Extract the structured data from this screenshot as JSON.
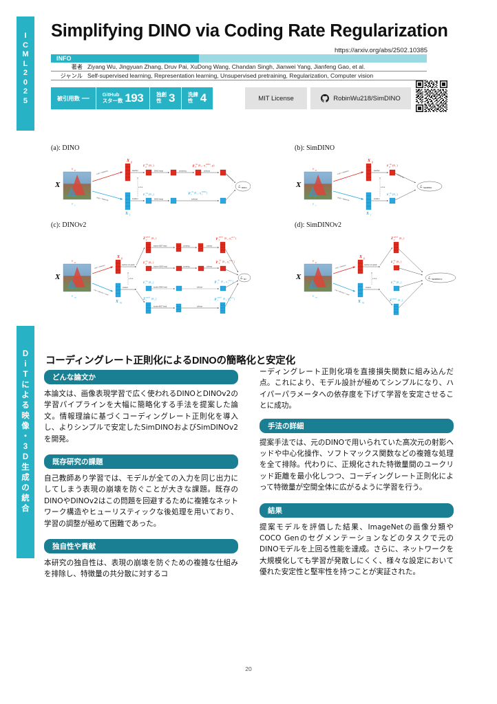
{
  "rails": {
    "conference": "ICML2025",
    "theme": "DiTによる映像・3D生成の統合"
  },
  "header": {
    "title": "Simplifying DINO via Coding Rate Regularization",
    "arxiv_url": "https://arxiv.org/abs/2502.10385",
    "info_label": "INFO",
    "meta": [
      {
        "key": "著者",
        "value": "Ziyang Wu, Jingyuan Zhang, Druv Pai, XuDong Wang, Chandan Singh, Jianwei Yang, Jianfeng Gao, et al."
      },
      {
        "key": "ジャンル",
        "value": "Self-supervised learning, Representation learning, Unsupervised pretraining, Regularization, Computer vision"
      }
    ]
  },
  "metrics": {
    "citations": {
      "label": "被引用数",
      "value": "—"
    },
    "github_stars": {
      "label_line1": "GitHub",
      "label_line2": "スター数",
      "value": "193"
    },
    "originality": {
      "label_line1": "独創",
      "label_line2": "性",
      "value": "3"
    },
    "sophistication": {
      "label_line1": "洗練",
      "label_line2": "性",
      "value": "4"
    }
  },
  "badges": {
    "license": "MIT License",
    "repo": "RobinWu218/SimDINO",
    "repo_icon": "github-icon",
    "qr_icon": "qr-code"
  },
  "figure": {
    "panels": [
      {
        "id": "a",
        "label": "(a): DINO"
      },
      {
        "id": "b",
        "label": "(b): SimDINO"
      },
      {
        "id": "c",
        "label": "(c): DINOv2"
      },
      {
        "id": "d",
        "label": "(d): SimDINOv2"
      }
    ],
    "nodes": {
      "input": "X",
      "view_global": "v_g",
      "view_crop": "v_c",
      "view_mask": "v_m",
      "tok_global": "X_g",
      "tok_crop": "X_c",
      "tok_mask": "X_m",
      "edge_global": "crop + tokenize",
      "edge_crop": "crop + tokenize",
      "edge_mask": "crop + tokenize + mask",
      "teacher": "teacher",
      "teacher_nograd": "teacher (no-grad)",
      "student": "student",
      "ema": "e.m.a.",
      "dino_head": "DINO head",
      "ibot_head": "iBOT head",
      "teacher_dino_head": "teacher DINO head",
      "teacher_ibot_head": "teacher iBOT head",
      "student_dino_head": "student DINO head",
      "student_ibot_head": "student iBOT head",
      "centering": "centering",
      "softmax": "softmax",
      "cross_entropy": "cross-entropy",
      "z_g_cls": "z_g^cls(θ_t)",
      "z_c_cls": "z_c^cls(θ_s)",
      "Z_g_patch": "Z_g^patch(θ_t)",
      "Z_c_patch": "Z_c^patch(θ_s)",
      "p_g_cls": "p_g^cls(θ_t, η_t^DINO, μ)",
      "p_c_cls": "p_c^cls(θ_s, η_s^DINO)",
      "p_g_patch": "p_g^patch(θ_t, η_t^iBOT)",
      "p_c_patch": "p_c^patch(θ_s, η_s^iBOT)",
      "loss_dino": "L_DINO",
      "loss_simdino": "L_SimDINO",
      "loss_d2": "L_D2",
      "loss_simdinov2": "L_SimDINOv2"
    }
  },
  "body": {
    "section_title": "コーディングレート正則化によるDINOの簡略化と安定化",
    "left": [
      {
        "chip": "どんな論文か",
        "text": "本論文は、画像表現学習で広く使われるDINOとDINOv2の学習パイプラインを大幅に簡略化する手法を提案した論文。情報理論に基づくコーディングレート正則化を導入し、よりシンプルで安定したSimDINOおよびSimDINOv2を開発。"
      },
      {
        "chip": "既存研究の課題",
        "text": "自己教師あり学習では、モデルが全ての入力を同じ出力にしてしまう表現の崩壊を防ぐことが大きな課題。既存のDINOやDINOv2はこの問題を回避するために複雑なネットワーク構造やヒューリスティックな後処理を用いており、学習の調整が極めて困難であった。"
      },
      {
        "chip": "独自性や貢献",
        "text": "本研究の独自性は、表現の崩壊を防ぐための複雑な仕組みを排除し、特徴量の共分散に対するコ"
      }
    ],
    "right": [
      {
        "chip": null,
        "text": "ーディングレート正則化項を直接損失関数に組み込んだ点。これにより、モデル設計が極めてシンプルになり、ハイパーパラメータへの依存度を下げて学習を安定させることに成功。"
      },
      {
        "chip": "手法の詳細",
        "text": "提案手法では、元のDINOで用いられていた高次元の射影ヘッドや中心化操作、ソフトマックス関数などの複雑な処理を全て排除。代わりに、正規化された特徴量間のユークリッド距離を最小化しつつ、コーディングレート正則化によって特徴量が空間全体に広がるように学習を行う。"
      },
      {
        "chip": "結果",
        "text": "提案モデルを評価した結果、ImageNetの画像分類やCOCO Genのセグメンテーションなどのタスクで元のDINOモデルを上回る性能を達成。さらに、ネットワークを大規模化しても学習が発散しにくく、様々な設定において優れた安定性と堅牢性を持つことが実証された。"
      }
    ]
  },
  "footer": {
    "page_number": "20"
  },
  "colors": {
    "accent_teal": "#27b2c6",
    "chip_teal": "#1a7f93",
    "info_light": "#9bd9e3",
    "badge_gray": "#e2e2e2",
    "red": "#e02b20",
    "blue": "#29a8df"
  }
}
